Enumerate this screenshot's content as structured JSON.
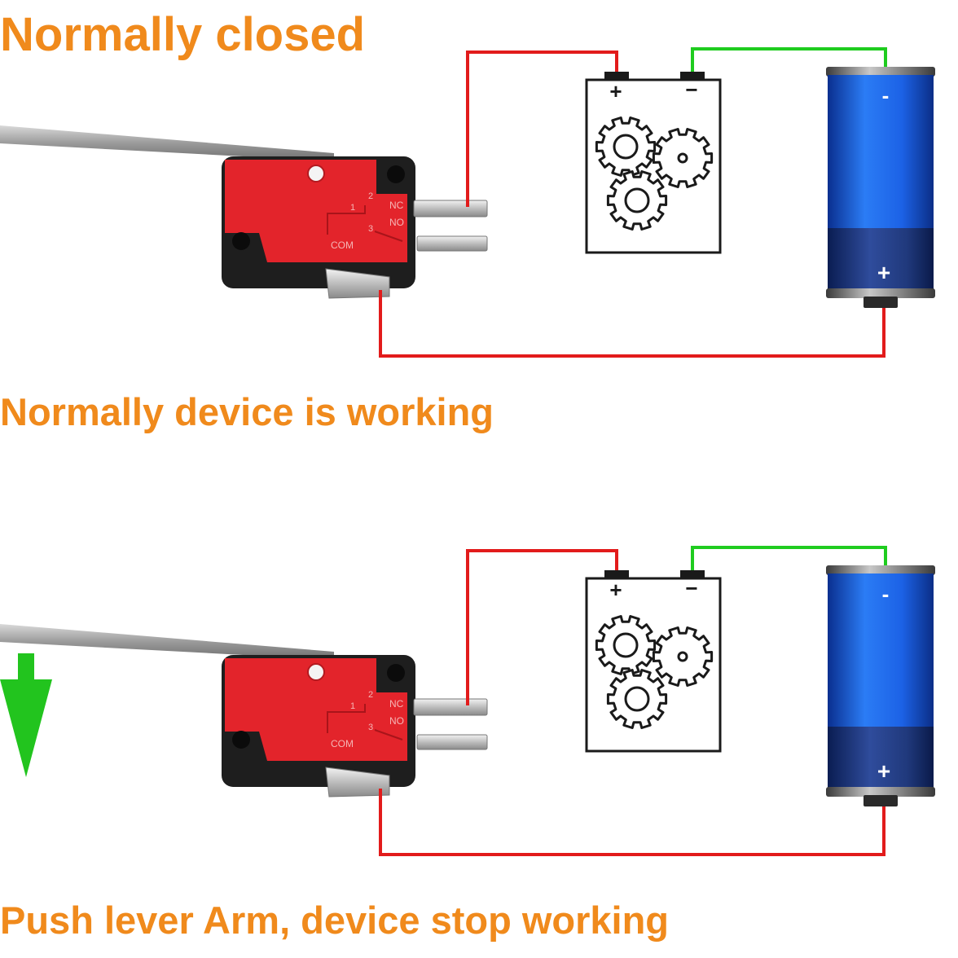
{
  "captions": {
    "title": "Normally closed",
    "working": "Normally device is working",
    "stopped": "Push lever Arm, device stop working"
  },
  "switch_labels": {
    "nc": "NC",
    "no": "NO",
    "com": "COM",
    "pin_nc": "2",
    "pin_com_side": "1",
    "pin_no": "3"
  },
  "device": {
    "plus": "+",
    "minus": "−"
  },
  "battery": {
    "plus": "+",
    "minus": "-"
  },
  "colors": {
    "caption": "#f08a1c",
    "wire_positive": "#e21b1b",
    "wire_negative": "#1fcc1f",
    "switch_body": "#e3242b",
    "battery_blue": "#1b5fe0",
    "arrow": "#22c41e"
  },
  "arrow": {
    "meaning": "push-down"
  }
}
